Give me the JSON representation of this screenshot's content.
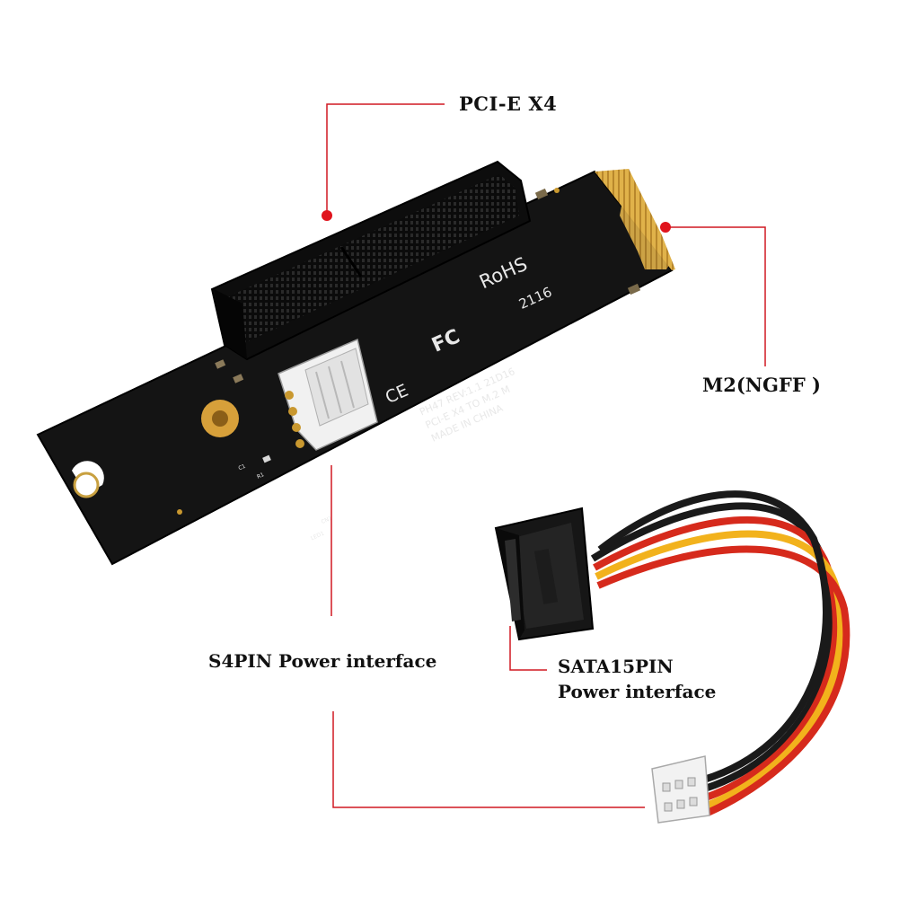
{
  "labels": {
    "pcie": "PCI-E X4",
    "m2": "M2(NGFF )",
    "s4pin": "S4PIN Power interface",
    "sata_line1": "SATA15PIN",
    "sata_line2": "Power interface"
  },
  "board_silkscreen": {
    "rohs": "RoHS",
    "fc": "FC",
    "ce": "CE",
    "date_code": "2116",
    "line1": "PH47  REV:1.1  21D16",
    "line2": "PCI-E X4 TO M.2 M",
    "line3": "MADE IN CHINA",
    "c1": "C1",
    "r1": "R1",
    "cn1": "CN1",
    "led1": "LED1"
  },
  "colors": {
    "callout_line": "#d01822",
    "board": "#111111",
    "gold": "#d4a640",
    "wire_red": "#d62a1c",
    "wire_yellow": "#f2b21c",
    "wire_black": "#1a1a1a"
  }
}
